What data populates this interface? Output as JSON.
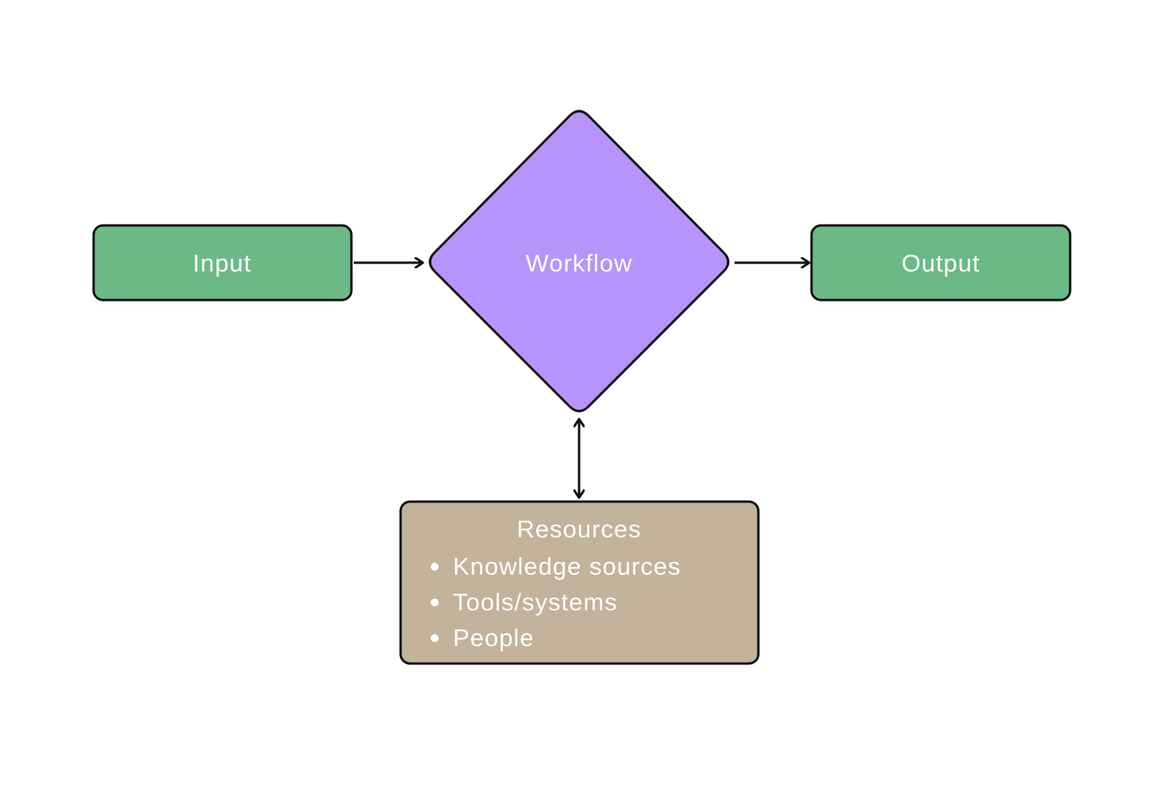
{
  "nodes": {
    "input": {
      "label": "Input"
    },
    "workflow": {
      "label": "Workflow"
    },
    "output": {
      "label": "Output"
    },
    "resources": {
      "title": "Resources",
      "items": [
        "Knowledge sources",
        "Tools/systems",
        "People"
      ]
    }
  },
  "colors": {
    "input_output_fill": "#6bba86",
    "workflow_fill": "#b794fb",
    "resources_fill": "#c2b39a",
    "stroke": "#111111",
    "text": "#ffffff"
  }
}
